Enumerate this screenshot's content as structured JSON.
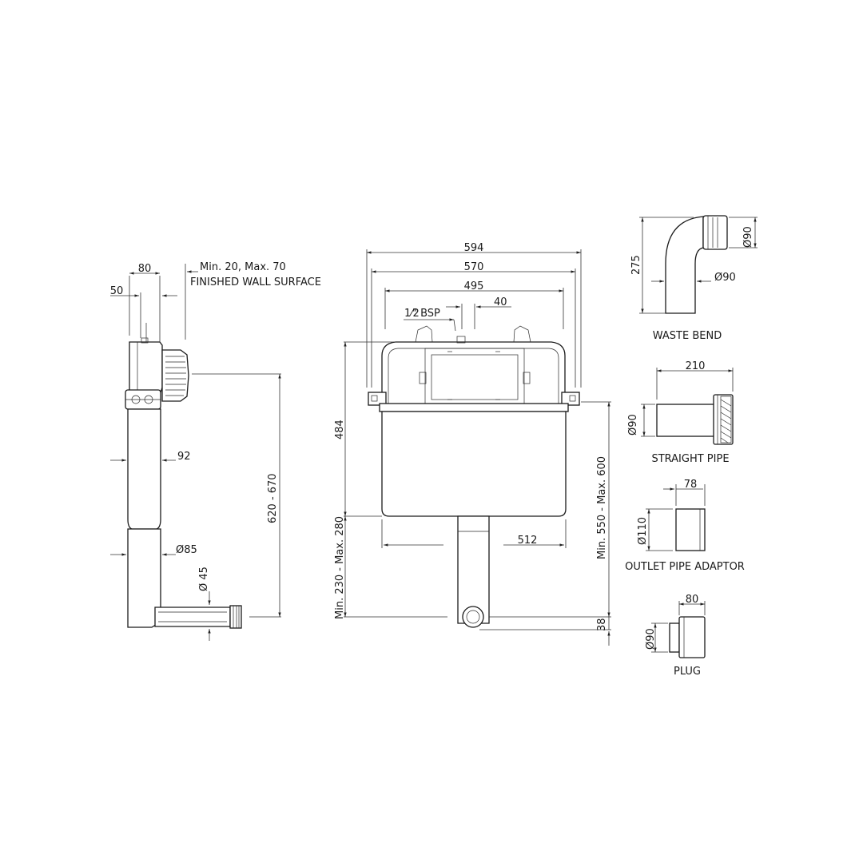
{
  "side_view": {
    "dim_80": "80",
    "dim_50": "50",
    "wall_range": "Min. 20, Max. 70",
    "wall_label": "FINISHED WALL SURFACE",
    "dim_92": "92",
    "dim_d85": "Ø85",
    "dim_d45": "Ø 45",
    "dim_height": "620 - 670"
  },
  "front_view": {
    "dim_594": "594",
    "dim_570": "570",
    "dim_495": "495",
    "dim_40": "40",
    "bsp_half": "1⁄2",
    "bsp_label": "\" BSP",
    "dim_484": "484",
    "dim_outlet_range": "Min. 230 - Max. 280",
    "dim_512": "512",
    "dim_total_range": "Min. 550 - Max. 600",
    "dim_38": "38"
  },
  "accessories": {
    "waste_bend": {
      "label": "WASTE BEND",
      "height": "275",
      "dia_top": "Ø90",
      "dia_bottom": "Ø90"
    },
    "straight_pipe": {
      "label": "STRAIGHT PIPE",
      "length": "210",
      "dia": "Ø90"
    },
    "outlet_adaptor": {
      "label": "OUTLET PIPE ADAPTOR",
      "length": "78",
      "dia": "Ø110"
    },
    "plug": {
      "label": "PLUG",
      "length": "80",
      "dia": "Ø90"
    }
  }
}
